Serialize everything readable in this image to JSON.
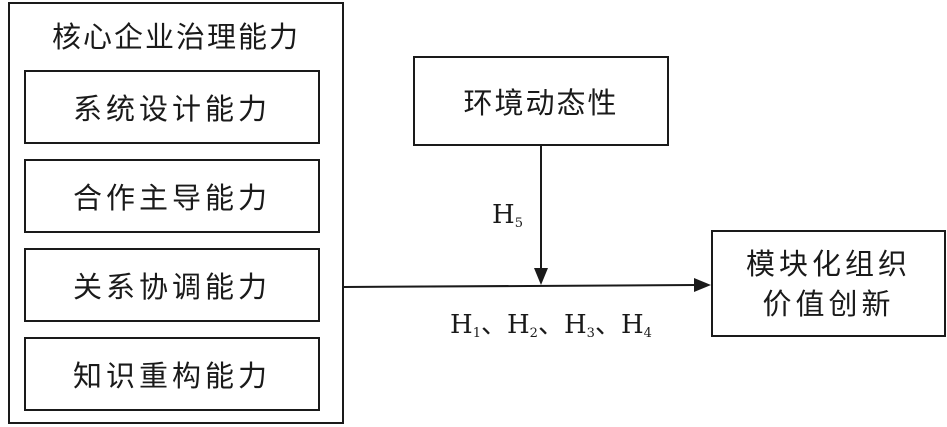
{
  "core_capability": {
    "title": "核心企业治理能力",
    "items": [
      "系统设计能力",
      "合作主导能力",
      "关系协调能力",
      "知识重构能力"
    ]
  },
  "moderator": {
    "label": "环境动态性"
  },
  "outcome": {
    "line1": "模块化组织",
    "line2": "价值创新"
  },
  "hypotheses": {
    "moderation": {
      "letter": "H",
      "sub": "5"
    },
    "main": [
      {
        "letter": "H",
        "sub": "1",
        "sep": "、"
      },
      {
        "letter": "H",
        "sub": "2",
        "sep": "、"
      },
      {
        "letter": "H",
        "sub": "3",
        "sep": "、"
      },
      {
        "letter": "H",
        "sub": "4",
        "sep": ""
      }
    ]
  }
}
